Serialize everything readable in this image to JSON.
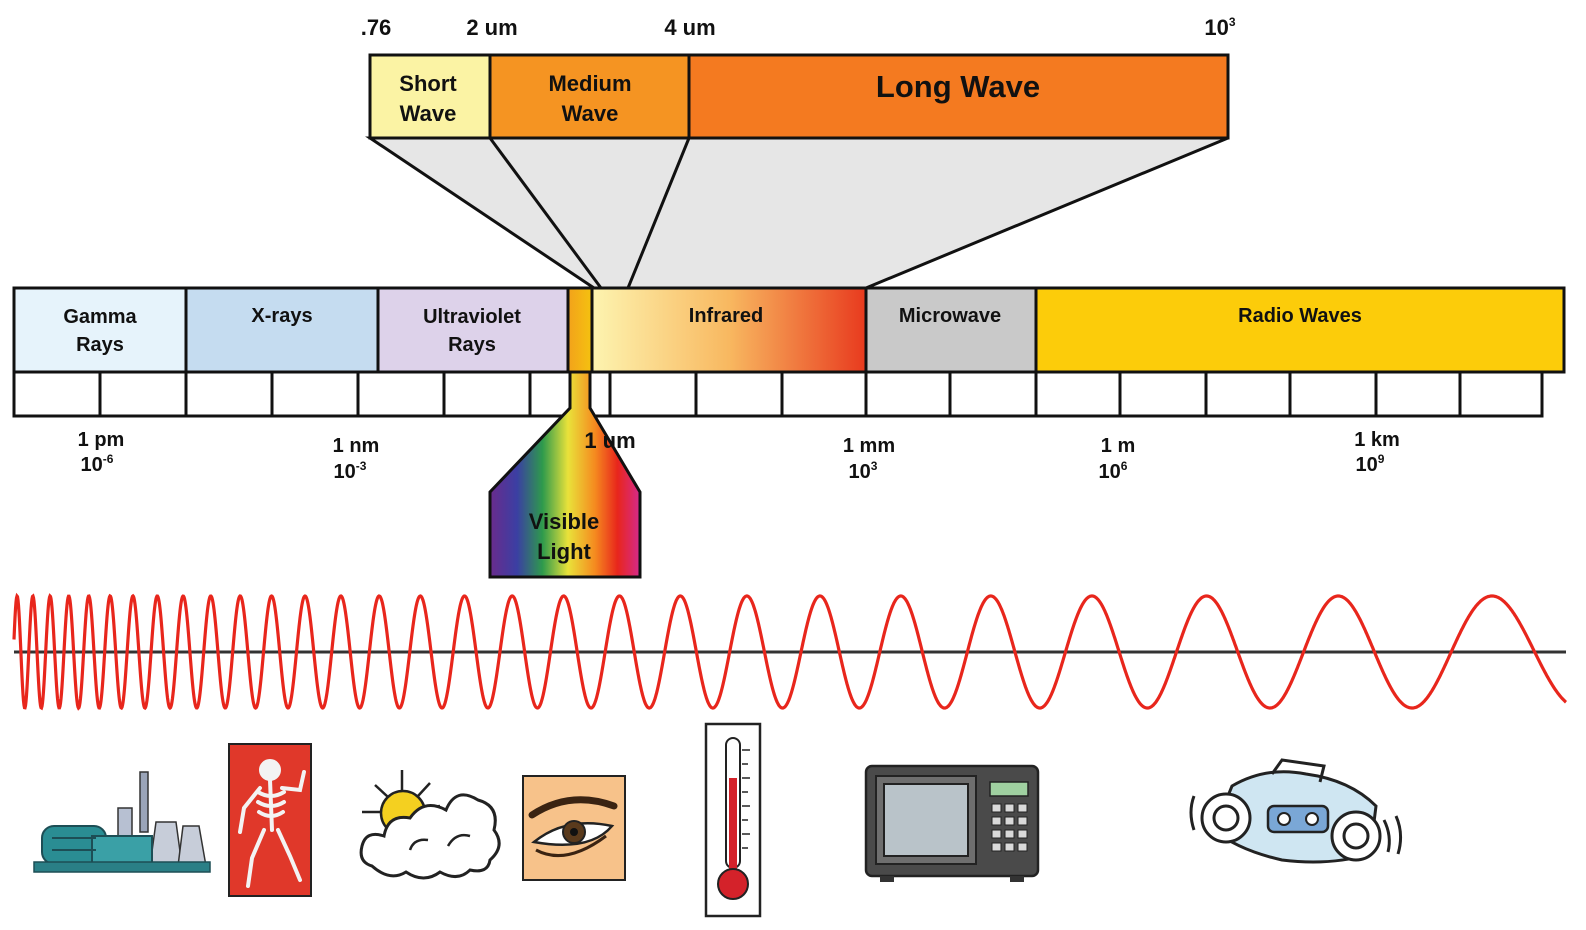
{
  "ir_detail": {
    "ticks": [
      ".76",
      "2 um",
      "4 um",
      "10"
    ],
    "last_tick_exponent": "3",
    "short_wave": [
      "Short",
      "Wave"
    ],
    "medium_wave": [
      "Medium",
      "Wave"
    ],
    "long_wave": "Long Wave",
    "colors": {
      "short": "#fbf3a4",
      "medium": "#f59422",
      "long": "#f47a20",
      "zoom_fill": "#e6e6e6"
    }
  },
  "bands": [
    {
      "lines": [
        "Gamma",
        "Rays"
      ],
      "color": "#e6f3fb"
    },
    {
      "lines": [
        "X-rays"
      ],
      "color": "#c5dcf0"
    },
    {
      "lines": [
        "Ultraviolet",
        "Rays"
      ],
      "color": "#ddd2ea"
    },
    {
      "lines": [
        "Infrared"
      ],
      "gradient": [
        "#fdf4b0",
        "#f7b05a",
        "#e83a1e"
      ]
    },
    {
      "lines": [
        "Microwave"
      ],
      "color": "#c9c9c9"
    },
    {
      "lines": [
        "Radio Waves"
      ],
      "color": "#fccc0a"
    }
  ],
  "scale_labels": [
    {
      "unit": "1 pm",
      "base": "10",
      "exp": "-6"
    },
    {
      "unit": "1 nm",
      "base": "10",
      "exp": "-3"
    },
    {
      "unit": "1 um",
      "base": "",
      "exp": ""
    },
    {
      "unit": "1 mm",
      "base": "10",
      "exp": "3"
    },
    {
      "unit": "1 m",
      "base": "10",
      "exp": "6"
    },
    {
      "unit": "1 km",
      "base": "10",
      "exp": "9"
    }
  ],
  "visible_light": {
    "lines": [
      "Visible",
      "Light"
    ]
  },
  "wave": {
    "color": "#e8261c",
    "axis_color": "#333333"
  },
  "icons": [
    "nuclear-plant-icon",
    "xray-skeleton-icon",
    "sun-cloud-icon",
    "eye-icon",
    "thermometer-icon",
    "microwave-oven-icon",
    "radio-boombox-icon"
  ]
}
